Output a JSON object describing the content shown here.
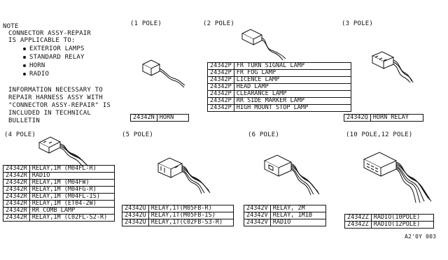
{
  "note": {
    "title": "NOTE",
    "line1": "CONNECTOR ASSY-REPAIR",
    "line2": "IS APPLICABLE TO:",
    "items": [
      "EXTERIOR LAMPS",
      "STANDARD RELAY",
      "HORN",
      "RADIO"
    ],
    "info": [
      "INFORMATION NECESSARY TO",
      "REPAIR HARNESS ASSY WITH",
      "\"CONNECTOR ASSY-REPAIR\" IS",
      "INCLUDED IN TECHNICAL",
      "BULLETIN"
    ]
  },
  "groups": {
    "pole1": {
      "label": "(1 POLE)",
      "rows": [
        [
          "24342N",
          "HORN"
        ]
      ]
    },
    "pole2": {
      "label": "(2 POLE)",
      "rows": [
        [
          "24342P",
          "FR TURN SIGNAL LAMP"
        ],
        [
          "24342P",
          "FR FOG LAMP"
        ],
        [
          "24342P",
          "LICENCE LAMP"
        ],
        [
          "24342P",
          "HEAD LAMP"
        ],
        [
          "24342P",
          "CLEARANCE LAMP"
        ],
        [
          "24342P",
          "RR SIDE MARKER LAMP"
        ],
        [
          "24342P",
          "HIGH MOUNT STOP LAMP"
        ]
      ]
    },
    "pole3": {
      "label": "(3 POLE)",
      "rows": [
        [
          "24342Q",
          "HORN RELAY"
        ]
      ]
    },
    "pole4": {
      "label": "(4 POLE)",
      "rows": [
        [
          "24342R",
          "RELAY,1M (M04FL-R)"
        ],
        [
          "24342R",
          "RADIO"
        ],
        [
          "24342R",
          "RELAY,1M (M04FW)"
        ],
        [
          "24342R",
          "RELAY,1M (M04FG-R)"
        ],
        [
          "24342R",
          "RELAY,1M (M04FL-IS)"
        ],
        [
          "24342R",
          "RELAY,1M (ET04-2W)"
        ],
        [
          "24342R",
          "RR COMB LAMP"
        ],
        [
          "24342R",
          "RELAY,1M (C02FL-S2-R)"
        ]
      ]
    },
    "pole5": {
      "label": "(5 POLE)",
      "rows": [
        [
          "24342U",
          "RELAY,1T(M05FB-R)"
        ],
        [
          "24342U",
          "RELAY,1T(M05FB-IS)"
        ],
        [
          "24342U",
          "RELAY,1T(C02FB-S3-R)"
        ]
      ]
    },
    "pole6": {
      "label": "(6 POLE)",
      "rows": [
        [
          "24342V",
          "RELAY, 2M"
        ],
        [
          "24342V",
          "RELAY, 1M1B"
        ],
        [
          "24342V",
          "RADIO"
        ]
      ]
    },
    "pole10": {
      "label": "(10 POLE,12 POLE)",
      "rows": [
        [
          "24342Z",
          "RADIO(10POLE)"
        ],
        [
          "24342Z",
          "RADIO(12POLE)"
        ]
      ]
    }
  },
  "footer_code": "A2'0Y  003"
}
